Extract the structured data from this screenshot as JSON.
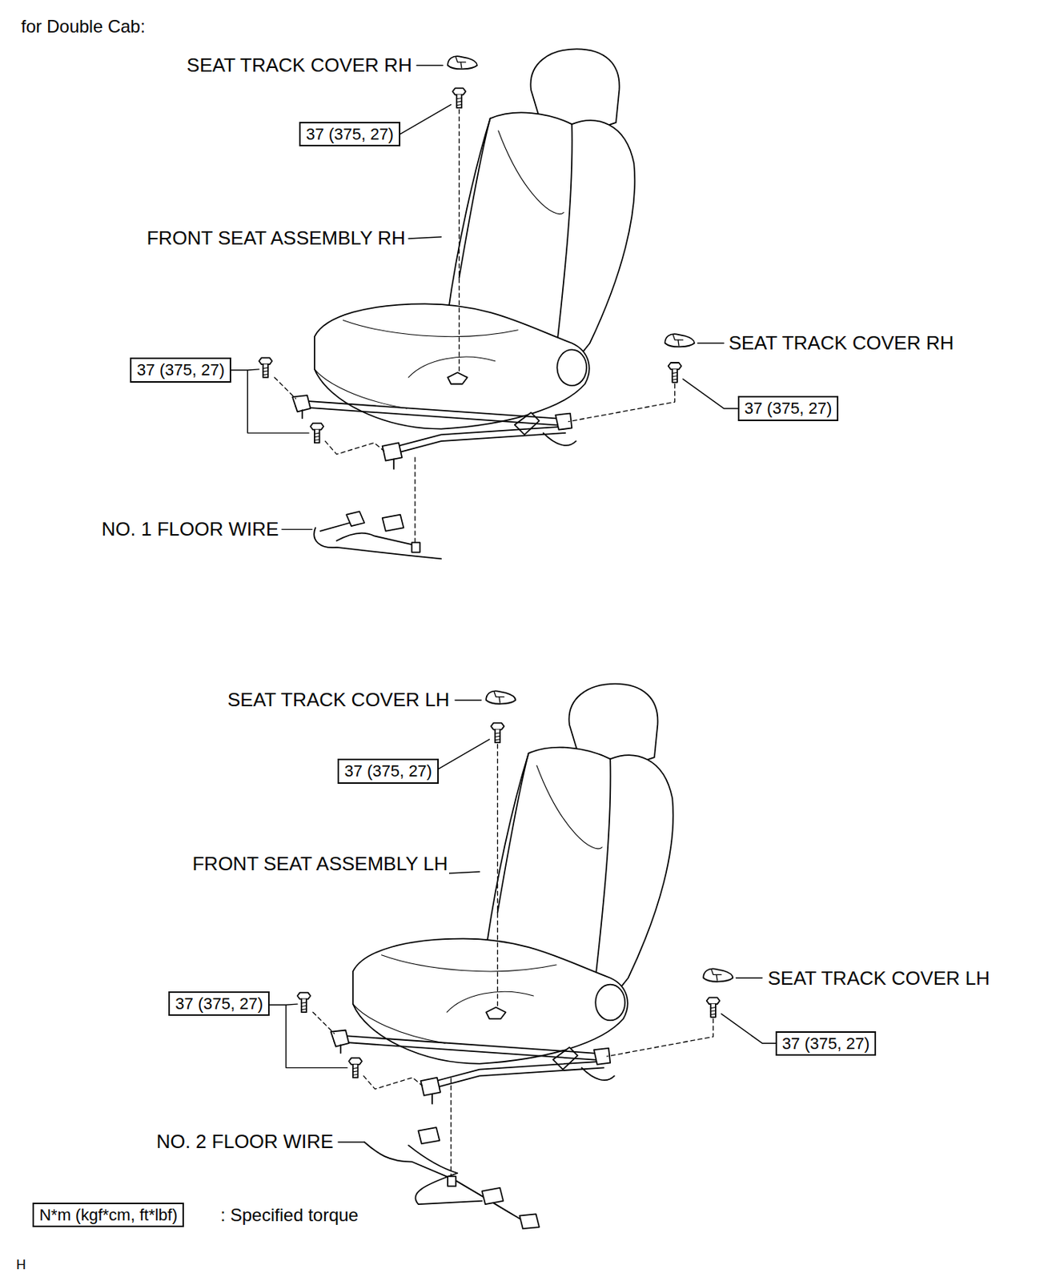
{
  "diagram": {
    "title": "for Double Cab:",
    "nodes": [
      {
        "text": [
          "37 (375, 27)"
        ]
      },
      {
        "text": [
          "37 (375, 27)"
        ]
      },
      {
        "text": [
          "37 (375, 27)"
        ]
      },
      {
        "text": [
          "37 (375, 27)"
        ]
      },
      {
        "text": [
          "37 (375, 27)"
        ]
      },
      {
        "text": [
          "37 (375, 27)"
        ]
      },
      {
        "text": [
          "N*m (kgf*cm, ft*lbf)"
        ]
      }
    ],
    "labels": [
      "SEAT TRACK COVER RH",
      "FRONT SEAT ASSEMBLY RH",
      "SEAT TRACK COVER RH",
      "NO. 1 FLOOR WIRE",
      "SEAT TRACK COVER LH",
      "FRONT SEAT ASSEMBLY LH",
      "SEAT TRACK COVER LH",
      "NO. 2 FLOOR WIRE",
      ": Specified torque",
      "H"
    ]
  }
}
